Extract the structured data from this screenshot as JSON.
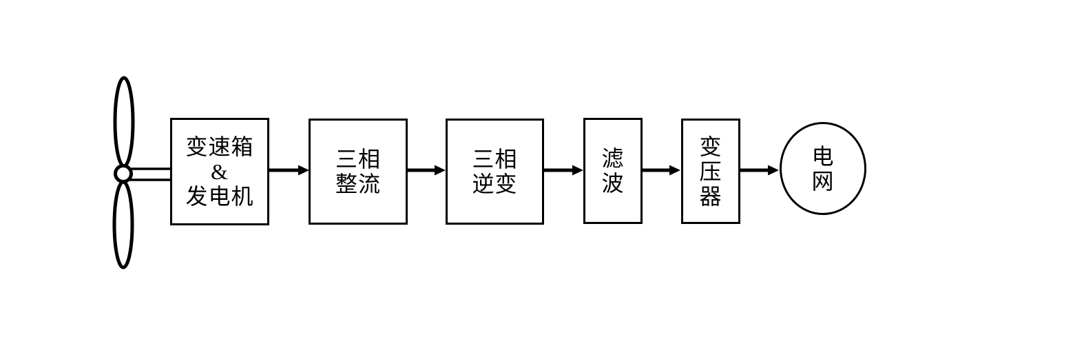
{
  "nodes": {
    "turbine": {
      "icon": "wind-turbine-icon"
    },
    "gearbox_generator": {
      "lines": [
        "变速箱",
        "&",
        "发电机"
      ]
    },
    "rectifier": {
      "lines": [
        "三相",
        "整流"
      ]
    },
    "inverter": {
      "lines": [
        "三相",
        "逆变"
      ]
    },
    "filter": {
      "lines": [
        "滤",
        "波"
      ]
    },
    "transformer": {
      "lines": [
        "变",
        "压",
        "器"
      ]
    },
    "grid": {
      "lines": [
        "电",
        "网"
      ]
    }
  },
  "edges": [
    {
      "from": "turbine",
      "to": "gearbox_generator",
      "type": "shaft"
    },
    {
      "from": "gearbox_generator",
      "to": "rectifier",
      "type": "arrow"
    },
    {
      "from": "rectifier",
      "to": "inverter",
      "type": "arrow"
    },
    {
      "from": "inverter",
      "to": "filter",
      "type": "arrow"
    },
    {
      "from": "filter",
      "to": "transformer",
      "type": "arrow"
    },
    {
      "from": "transformer",
      "to": "grid",
      "type": "arrow"
    }
  ],
  "colors": {
    "stroke": "#000000",
    "fill": "#ffffff",
    "background": "#ffffff"
  }
}
